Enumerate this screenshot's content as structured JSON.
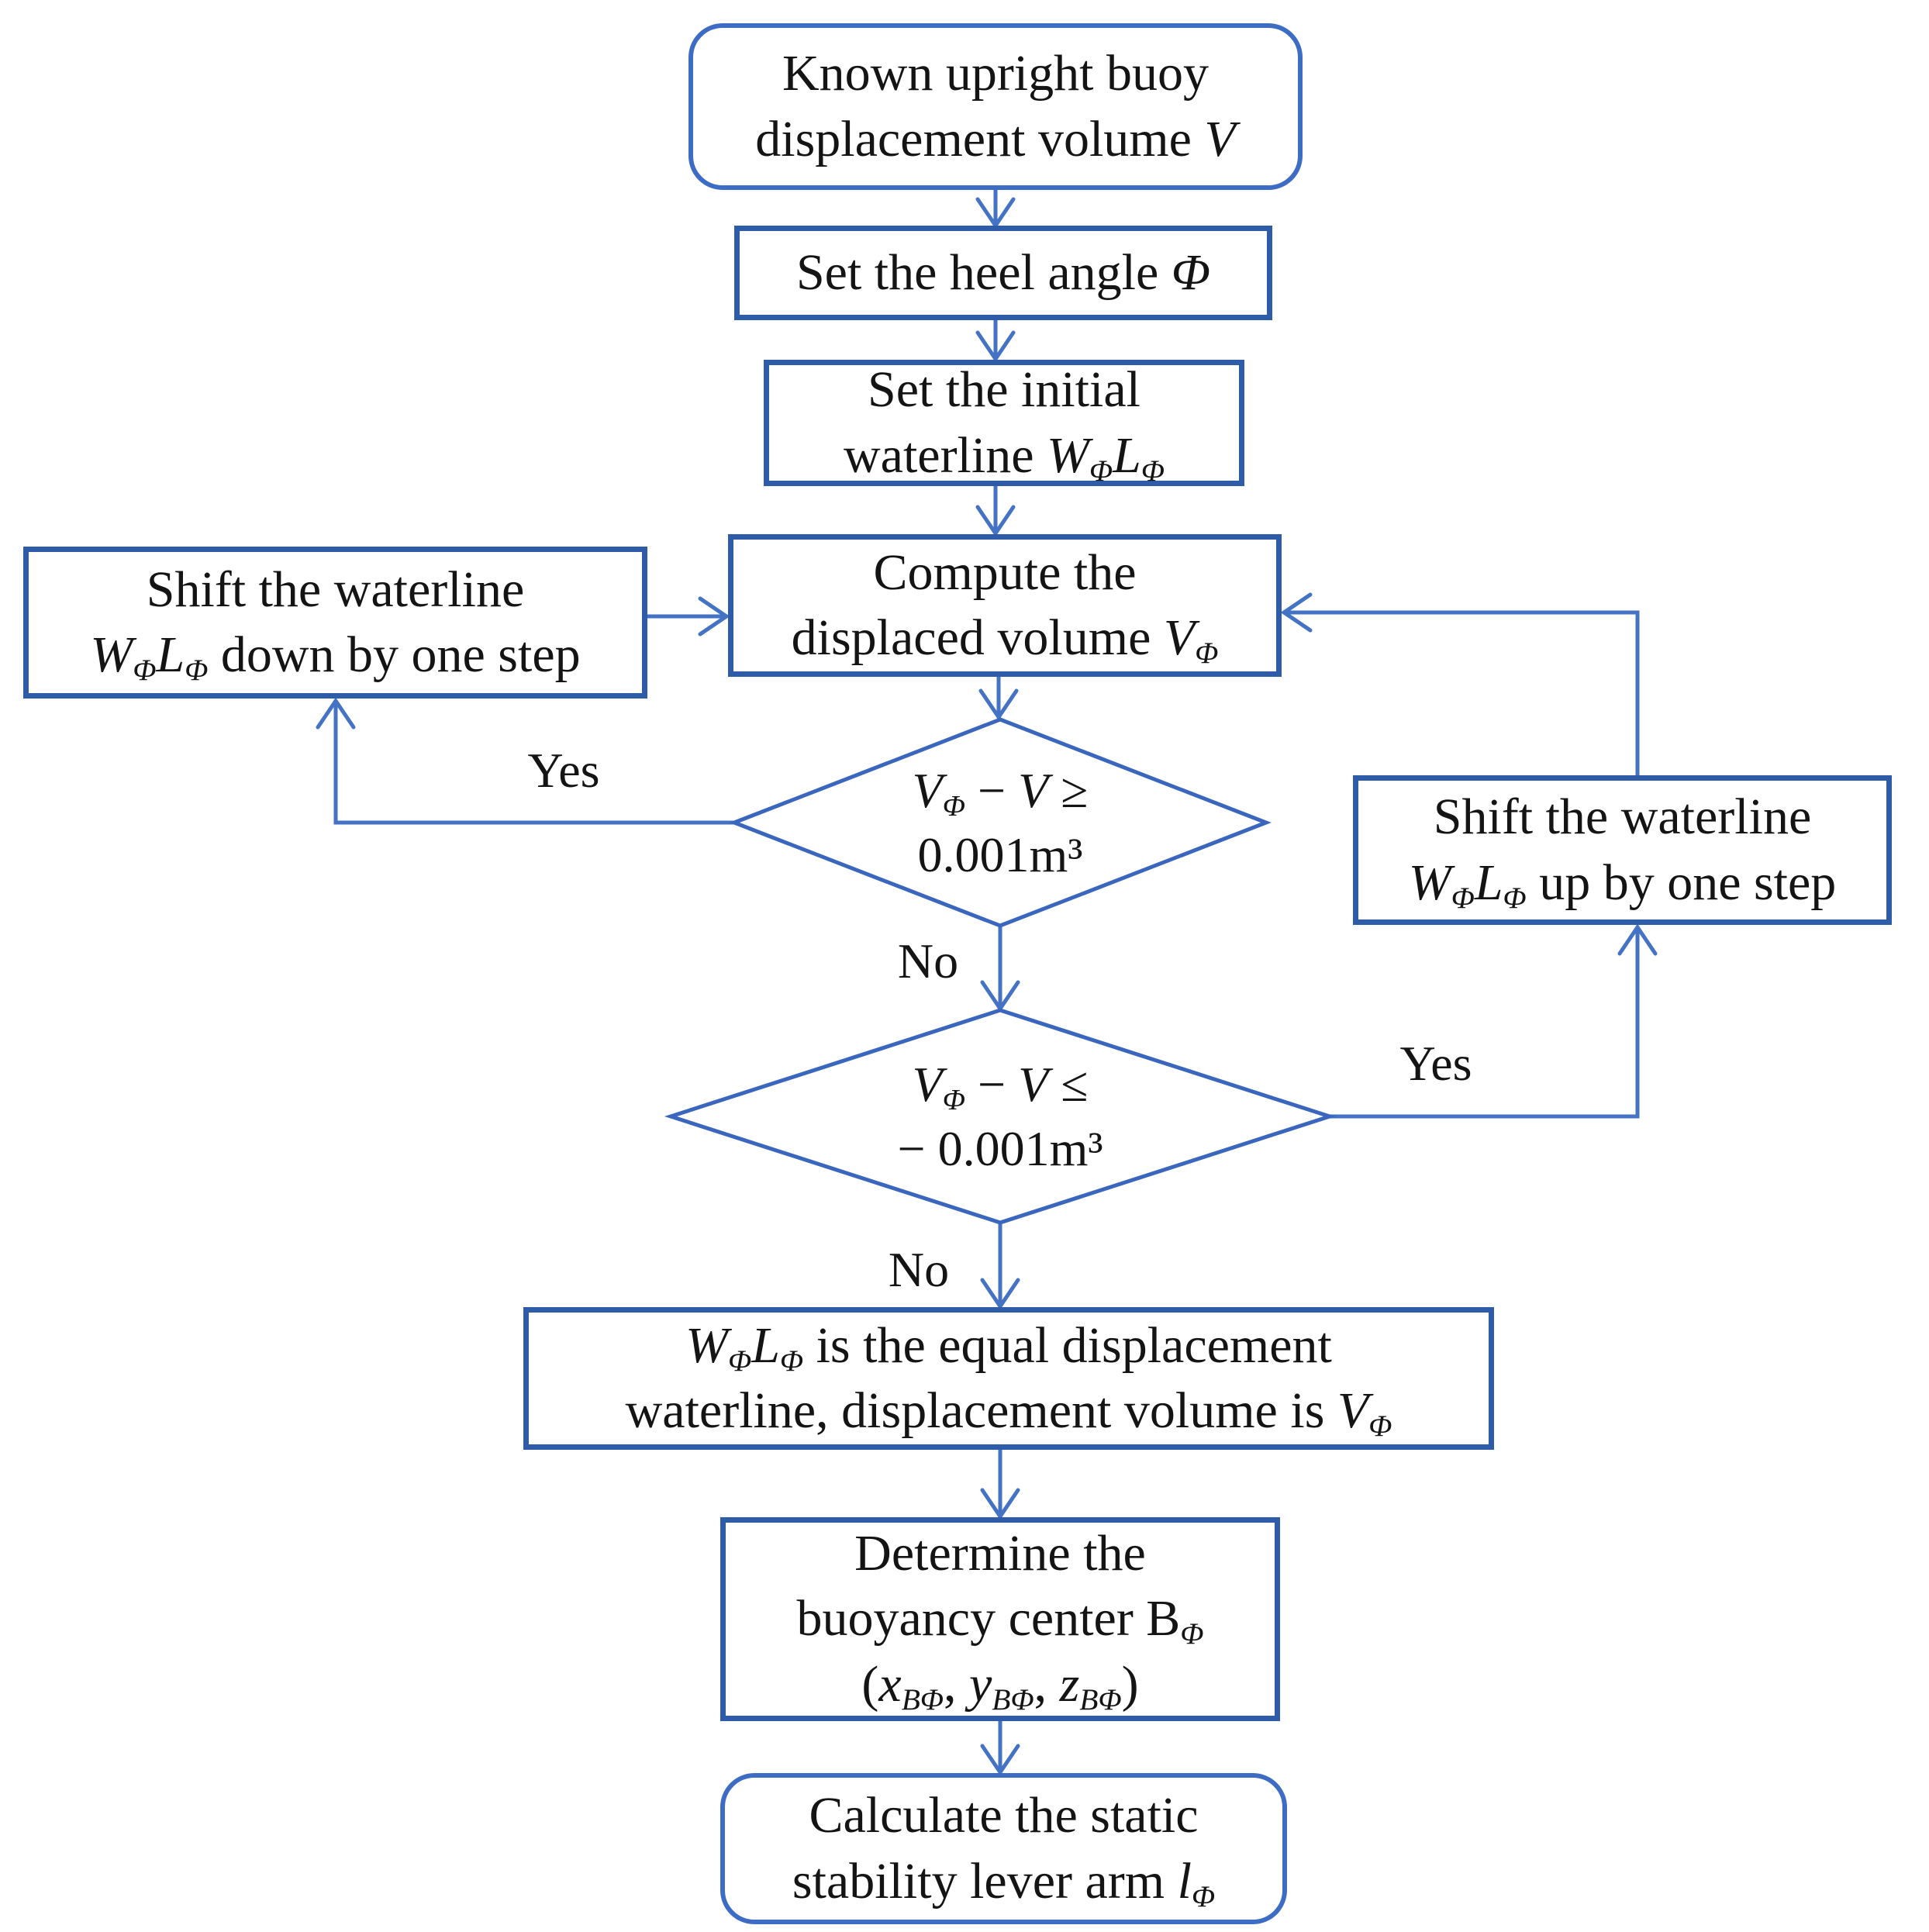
{
  "figure": {
    "background": "#ffffff",
    "colors": {
      "process_border": "#2f5ca8",
      "terminal_border": "#3c6cc4",
      "diamond_border": "#3a67bd",
      "connector": "#4472c4",
      "text": "#141414"
    }
  },
  "nodes": {
    "start": {
      "type": "terminal",
      "lines": [
        "Known upright buoy",
        "displacement volume [i]V[/i]"
      ]
    },
    "set_heel_angle": {
      "type": "process",
      "lines": [
        "Set the heel angle [i]Φ[/i]"
      ]
    },
    "set_initial_waterline": {
      "type": "process",
      "lines": [
        "Set the initial",
        "waterline [i]W[/i][sub]Φ[/sub][i]L[/i][sub]Φ[/sub]"
      ]
    },
    "compute_volume": {
      "type": "process",
      "lines": [
        "Compute the",
        "displaced volume [i]V[/i][sub]Φ[/sub]"
      ]
    },
    "shift_down": {
      "type": "process",
      "lines": [
        "Shift the waterline",
        "[i]W[/i][sub]Φ[/sub][i]L[/i][sub]Φ[/sub] down by one step"
      ]
    },
    "check_upper": {
      "type": "decision",
      "lines": [
        "[i]V[/i][sub]Φ[/sub] − [i]V[/i] ≥",
        "0.001m³"
      ]
    },
    "shift_up": {
      "type": "process",
      "lines": [
        "Shift the waterline",
        "[i]W[/i][sub]Φ[/sub][i]L[/i][sub]Φ[/sub] up by one step"
      ]
    },
    "check_lower": {
      "type": "decision",
      "lines": [
        "[i]V[/i][sub]Φ[/sub] − [i]V[/i] ≤",
        "− 0.001m³"
      ]
    },
    "equal_displacement": {
      "type": "process",
      "lines": [
        "[i]W[/i][sub]Φ[/sub][i]L[/i][sub]Φ[/sub] is the equal displacement",
        "waterline, displacement volume is [i]V[/i][sub]Φ[/sub]"
      ]
    },
    "buoyancy_center": {
      "type": "process",
      "lines": [
        "Determine the",
        "buoyancy center B[sub]Φ[/sub]",
        "([i]x[/i][sub]BΦ[/sub], [i]y[/i][sub]BΦ[/sub], [i]z[/i][sub]BΦ[/sub])"
      ]
    },
    "lever_arm": {
      "type": "terminal",
      "lines": [
        "Calculate the static",
        "stability lever arm [i]l[/i][sub]Φ[/sub]"
      ]
    }
  },
  "labels": {
    "yes_left": "Yes",
    "no_first": "No",
    "yes_right": "Yes",
    "no_second": "No"
  },
  "edges": [
    {
      "from": "start",
      "to": "set_heel_angle",
      "label": ""
    },
    {
      "from": "set_heel_angle",
      "to": "set_initial_waterline",
      "label": ""
    },
    {
      "from": "set_initial_waterline",
      "to": "compute_volume",
      "label": ""
    },
    {
      "from": "compute_volume",
      "to": "check_upper",
      "label": ""
    },
    {
      "from": "check_upper",
      "to": "shift_down",
      "label": "Yes"
    },
    {
      "from": "shift_down",
      "to": "compute_volume",
      "label": ""
    },
    {
      "from": "check_upper",
      "to": "check_lower",
      "label": "No"
    },
    {
      "from": "check_lower",
      "to": "shift_up",
      "label": "Yes"
    },
    {
      "from": "shift_up",
      "to": "compute_volume",
      "label": ""
    },
    {
      "from": "check_lower",
      "to": "equal_displacement",
      "label": "No"
    },
    {
      "from": "equal_displacement",
      "to": "buoyancy_center",
      "label": ""
    },
    {
      "from": "buoyancy_center",
      "to": "lever_arm",
      "label": ""
    }
  ]
}
